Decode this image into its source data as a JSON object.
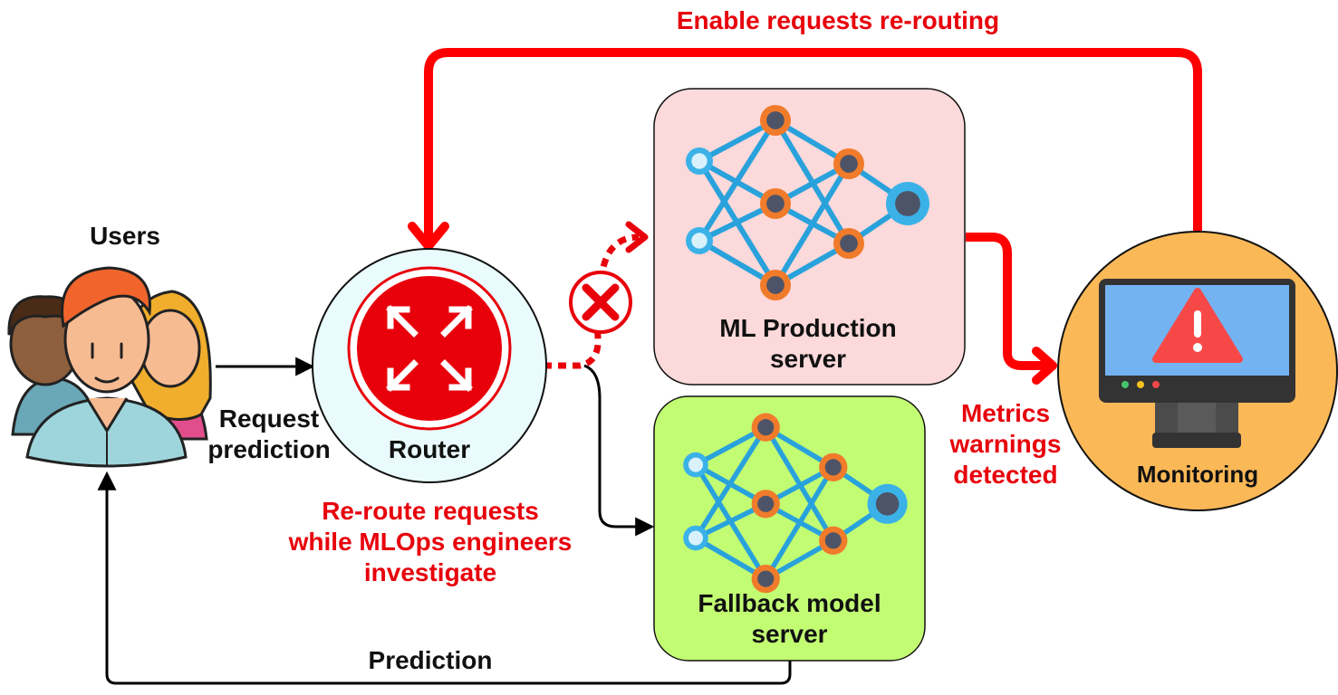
{
  "labels": {
    "users": "Users",
    "request_prediction": [
      "Request",
      "prediction"
    ],
    "router": "Router",
    "reroute_note": [
      "Re-route requests",
      "while MLOps engineers",
      "investigate"
    ],
    "ml_production": [
      "ML Production",
      "server"
    ],
    "fallback": [
      "Fallback model",
      "server"
    ],
    "monitoring": "Monitoring",
    "metrics_warnings": [
      "Metrics",
      "warnings",
      "detected"
    ],
    "enable_rerouting": "Enable requests re-routing",
    "prediction": "Prediction"
  },
  "colors": {
    "accent_red": "#e8000b",
    "router_fill": "#e9fbfd",
    "ml_box_fill": "#fcd9da",
    "fallback_box_fill": "#c2fc73",
    "monitoring_fill": "#fbb857",
    "network_edge": "#29a2dc",
    "node_orange": "#f07b2a",
    "node_blue": "#3ab2e8"
  },
  "icons": {
    "users": "users-group-icon",
    "router": "router-arrows-icon",
    "neural_network": "neural-network-icon",
    "monitor": "monitor-warning-icon",
    "blocked": "blocked-x-icon"
  }
}
